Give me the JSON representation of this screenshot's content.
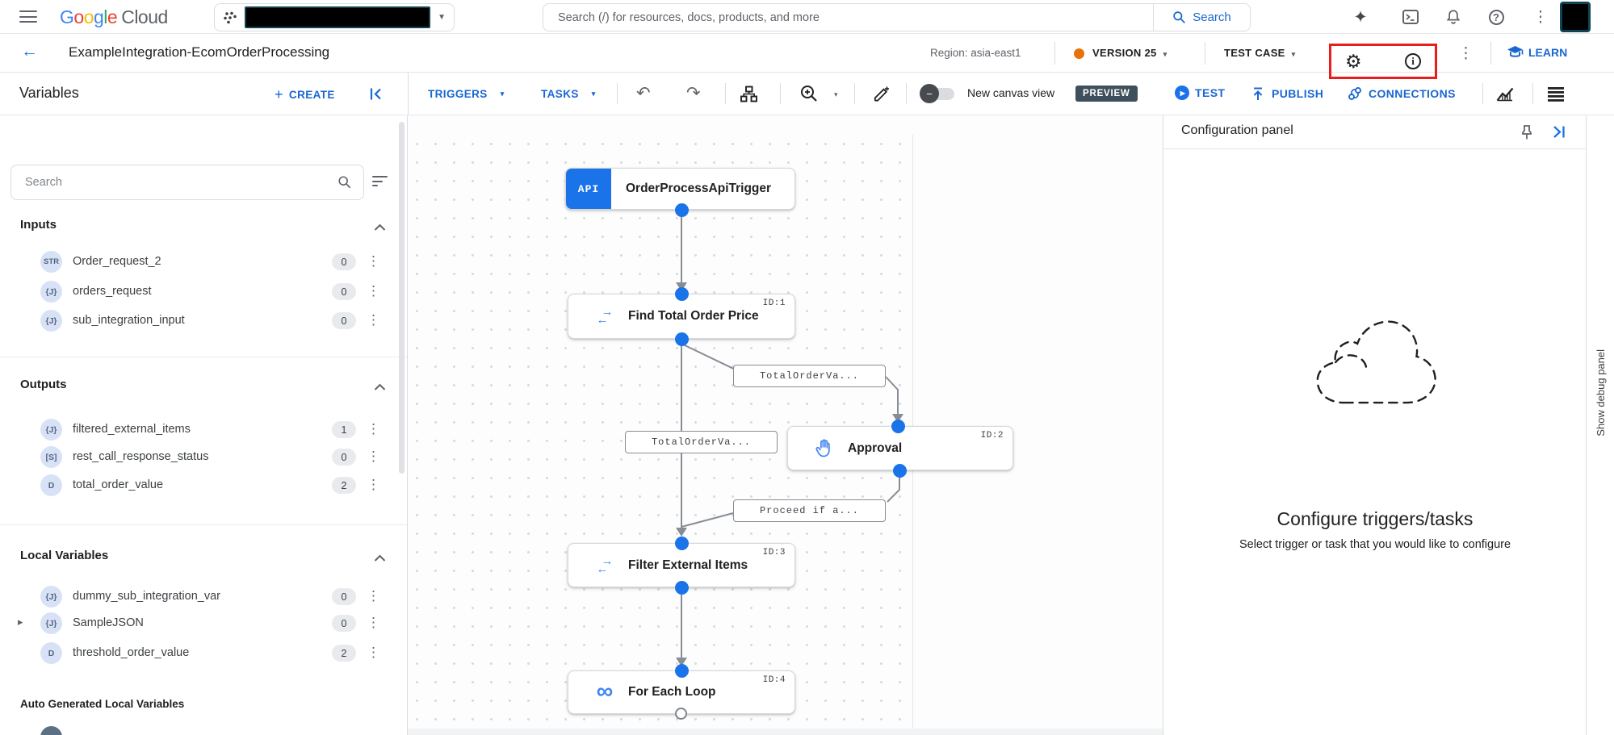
{
  "colors": {
    "accent_blue": "#1967d2",
    "node_blue": "#1a73e8",
    "version_dot_orange": "#e8710a",
    "annotation_red": "#ea1d1d",
    "preview_badge_bg": "#3e505c",
    "badge_lavender": "#d8e2f7"
  },
  "icons": {
    "caret_small": "▾",
    "caret_filled": "▼",
    "back_arrow": "←",
    "undo": "↶",
    "redo": "↷",
    "overflow": "⋮",
    "sparkle": "✦",
    "plus": "+",
    "question": "?",
    "minus": "−",
    "expander": "▸",
    "infinity": "∞",
    "arrow_right": "→",
    "arrow_left": "←",
    "play": "▶",
    "gear": "⚙",
    "info_i": "i"
  },
  "topbar": {
    "logo": {
      "letters": [
        "G",
        "o",
        "o",
        "g",
        "l",
        "e"
      ],
      "cloud": "Cloud"
    },
    "search": {
      "placeholder": "Search (/) for resources, docs, products, and more",
      "button": "Search"
    }
  },
  "header": {
    "title": "ExampleIntegration-EcomOrderProcessing",
    "region": "Region: asia-east1",
    "version": "VERSION 25",
    "test_case": "TEST CASE",
    "learn": "LEARN"
  },
  "toolbar": {
    "variables_title": "Variables",
    "create": "CREATE",
    "triggers": "TRIGGERS",
    "tasks": "TASKS",
    "canvas_toggle": "New canvas view",
    "preview": "PREVIEW",
    "test": "TEST",
    "publish": "PUBLISH",
    "connections": "CONNECTIONS"
  },
  "sidebar": {
    "search_placeholder": "Search",
    "inputs": {
      "title": "Inputs",
      "items": [
        {
          "type": "STR",
          "name": "Order_request_2",
          "count": "0"
        },
        {
          "type": "{J}",
          "name": "orders_request",
          "count": "0"
        },
        {
          "type": "{J}",
          "name": "sub_integration_input",
          "count": "0"
        }
      ]
    },
    "outputs": {
      "title": "Outputs",
      "items": [
        {
          "type": "{J}",
          "name": "filtered_external_items",
          "count": "1"
        },
        {
          "type": "[S]",
          "name": "rest_call_response_status",
          "count": "0"
        },
        {
          "type": "D",
          "name": "total_order_value",
          "count": "2"
        }
      ]
    },
    "local_vars": {
      "title": "Local Variables",
      "items": [
        {
          "type": "{J}",
          "name": "dummy_sub_integration_var",
          "count": "0"
        },
        {
          "type": "{J}",
          "name": "SampleJSON",
          "count": "0"
        },
        {
          "type": "D",
          "name": "threshold_order_value",
          "count": "2"
        }
      ]
    },
    "auto_vars": {
      "title": "Auto Generated Local Variables"
    }
  },
  "canvas": {
    "nodes": [
      {
        "id_label": "",
        "icon_text": "API",
        "title": "OrderProcessApiTrigger"
      },
      {
        "id_label": "ID:1",
        "title": "Find Total Order Price"
      },
      {
        "id_label": "ID:2",
        "title": "Approval"
      },
      {
        "id_label": "ID:3",
        "title": "Filter External Items"
      },
      {
        "id_label": "ID:4",
        "title": "For Each Loop"
      }
    ],
    "edge_labels": [
      "TotalOrderVa...",
      "TotalOrderVa...",
      "Proceed if a..."
    ]
  },
  "config_panel": {
    "title": "Configuration panel",
    "empty_title": "Configure triggers/tasks",
    "empty_subtitle": "Select trigger or task that you would like to configure"
  },
  "debug": {
    "label": "Show debug panel"
  }
}
